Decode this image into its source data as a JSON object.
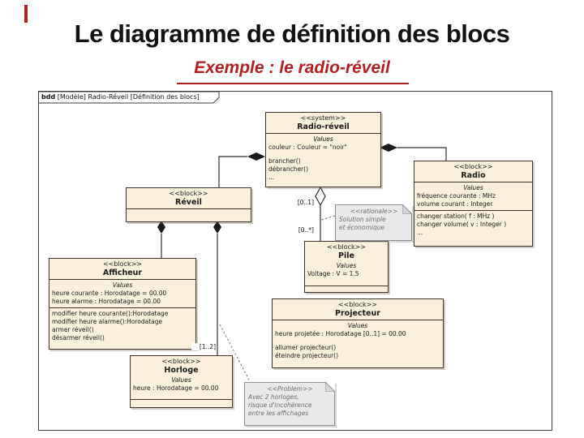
{
  "slide": {
    "title": "Le diagramme de définition des blocs",
    "subtitle": "Exemple : le radio-réveil",
    "accent_color": "#b41f1f"
  },
  "frame": {
    "label_keyword": "bdd",
    "label_rest": " [Modèle] Radio-Réveil [Définition des blocs]"
  },
  "blocks": {
    "radio_reveil": {
      "stereotype": "<<system>>",
      "name": "Radio-réveil",
      "values_label": "Values",
      "values": [
        "couleur : Couleur = \"noir\""
      ],
      "operations": [
        "brancher()",
        "débrancher()",
        "..."
      ]
    },
    "radio": {
      "stereotype": "<<block>>",
      "name": "Radio",
      "values_label": "Values",
      "values": [
        "fréquence courante : MHz",
        "volume courant : Integer"
      ],
      "operations": [
        "changer station( f : MHz )",
        "changer volume( v : Integer )",
        "..."
      ]
    },
    "reveil": {
      "stereotype": "<<block>>",
      "name": "Réveil"
    },
    "afficheur": {
      "stereotype": "<<block>>",
      "name": "Afficheur",
      "values_label": "Values",
      "values": [
        "heure courante : Horodatage = 00.00",
        "heure alarme : Horodatage = 00.00"
      ],
      "operations": [
        "modifier heure courante():Horodatage",
        "modifier heure alarme():Horodatage",
        "armer réveil()",
        "désarmer réveil()"
      ]
    },
    "pile": {
      "stereotype": "<<block>>",
      "name": "Pile",
      "values_label": "Values",
      "values": [
        "Voltage : V = 1.5"
      ]
    },
    "projecteur": {
      "stereotype": "<<block>>",
      "name": "Projecteur",
      "values_label": "Values",
      "values": [
        "heure projetée : Horodatage [0..1] = 00.00"
      ],
      "operations": [
        "allumer projecteur()",
        "éteindre projecteur()"
      ]
    },
    "horloge": {
      "stereotype": "<<block>>",
      "name": "Horloge",
      "values_label": "Values",
      "values": [
        "heure : Horodatage = 00.00"
      ]
    }
  },
  "notes": {
    "rationale": {
      "stereotype": "<<rationale>>",
      "lines": [
        "Solution simple",
        "et économique"
      ]
    },
    "problem": {
      "stereotype": "<<Problem>>",
      "lines": [
        "Avec 2 horloges,",
        "risque d'incohérence",
        "entre les affichages"
      ]
    }
  },
  "multiplicities": {
    "pile_upper": "[0..1]",
    "pile_lower": "[0..*]",
    "horloge": "[1..2]"
  }
}
